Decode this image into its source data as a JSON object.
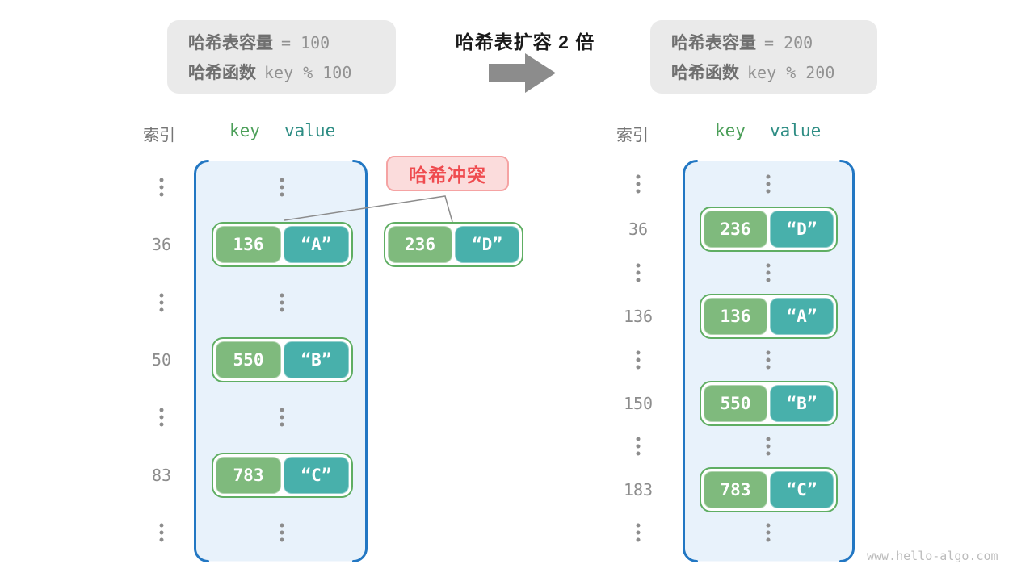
{
  "diagram_title": "哈希表扩容 2 倍",
  "left": {
    "info": {
      "rows": [
        {
          "label": "哈希表容量",
          "code": "= 100"
        },
        {
          "label": "哈希函数",
          "code": "key % 100"
        }
      ]
    },
    "headers": {
      "index": "索引",
      "key": "key",
      "value": "value"
    },
    "entries": [
      {
        "index": "36",
        "key": "136",
        "value": "“A”"
      },
      {
        "index": "50",
        "key": "550",
        "value": "“B”"
      },
      {
        "index": "83",
        "key": "783",
        "value": "“C”"
      }
    ]
  },
  "right": {
    "info": {
      "rows": [
        {
          "label": "哈希表容量",
          "code": "= 200"
        },
        {
          "label": "哈希函数",
          "code": "key % 200"
        }
      ]
    },
    "headers": {
      "index": "索引",
      "key": "key",
      "value": "value"
    },
    "entries": [
      {
        "index": "36",
        "key": "236",
        "value": "“D”"
      },
      {
        "index": "136",
        "key": "136",
        "value": "“A”"
      },
      {
        "index": "150",
        "key": "550",
        "value": "“B”"
      },
      {
        "index": "183",
        "key": "783",
        "value": "“C”"
      }
    ]
  },
  "collision": {
    "label": "哈希冲突",
    "pair": {
      "key": "236",
      "value": "“D”"
    }
  },
  "watermark": "www.hello-algo.com",
  "colors": {
    "key_box": "#7FBA7D",
    "value_box": "#48B0AB",
    "pair_border": "#5FAE63",
    "container_fill": "#E8F2FB",
    "container_border": "#2277C3",
    "collision_fill": "#FBDCDC",
    "collision_border": "#F5A3A3",
    "collision_text": "#EF4B4F",
    "info_box_fill": "#EAEAEA",
    "arrow": "#8C8C8C",
    "muted_text": "#8C8C8C",
    "key_header_text": "#4C9F59",
    "value_header_text": "#2E8D84"
  }
}
